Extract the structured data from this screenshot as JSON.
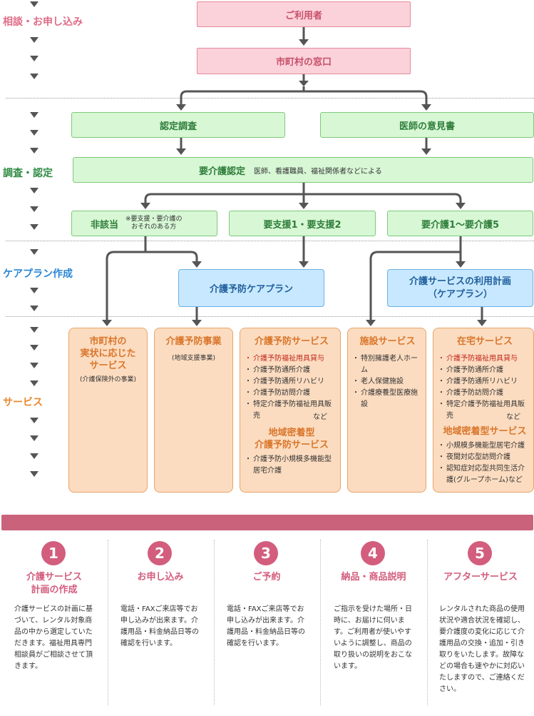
{
  "sections": {
    "consult": "相談・お申し込み",
    "survey": "調査・認定",
    "careplan": "ケアプラン作成",
    "service": "サービス"
  },
  "boxes": {
    "user": "ご利用者",
    "window": "市町村の窓口",
    "nintei_chosa": "認定調査",
    "doctor": "医師の意見書",
    "yokaigo_nintei": "要介護認定",
    "yokaigo_note": "医師、看護職員、福祉関係者などによる",
    "higaito": "非該当",
    "higaito_note1": "※要支援・要介護の",
    "higaito_note2": "おそれのある方",
    "yoshien": "要支援1・要支援2",
    "yokaigo": "要介護1〜要介護5",
    "yobo_plan": "介護予防ケアプラン",
    "service_plan1": "介護サービスの利用計画",
    "service_plan2": "（ケアプラン）"
  },
  "services": {
    "municipal": {
      "title1": "市町村の",
      "title2": "実状に応じた",
      "title3": "サービス",
      "note": "(介護保険外の事業)"
    },
    "yobo_jigyo": {
      "title": "介護予防事業",
      "note": "(地域支援事業)"
    },
    "yobo_service": {
      "title": "介護予防サービス",
      "items": [
        "介護予防福祉用具貸与",
        "介護予防通所介護",
        "介護予防通所リハビリ",
        "介護予防訪問介護",
        "特定介護予防福祉用具販売"
      ],
      "etc": "など",
      "sub1": "地域密着型",
      "sub2": "介護予防サービス",
      "sub_items": [
        "介護予防小規模多機能型居宅介護"
      ]
    },
    "shisetsu": {
      "title": "施設サービス",
      "items": [
        "特別擁護老人ホーム",
        "老人保健施設",
        "介護療養型医療施設"
      ]
    },
    "zaitaku": {
      "title": "在宅サービス",
      "items": [
        "介護予防福祉用具貸与",
        "介護予防通所介護",
        "介護予防通所リハビリ",
        "介護予防訪問介護",
        "特定介護予防福祉用具販売"
      ],
      "etc": "など",
      "sub": "地域密着型サービス",
      "sub_items": [
        "小規模多機能型居宅介護",
        "夜間対応型訪問介護",
        "認知症対応型共同生活介護(グループホーム)など"
      ]
    }
  },
  "steps": [
    {
      "num": "1",
      "title1": "介護サービス",
      "title2": "計画の作成",
      "body": "介護サービスの計画に基づいて、レンタル対象商品の中から選定していただきます。福祉用具専門相談員がご相談させて頂きます。"
    },
    {
      "num": "2",
      "title1": "お申し込み",
      "title2": "",
      "body": "電話・FAXご来店等でお申し込みが出来ます。介護用品・料金納品日等の確認を行います。"
    },
    {
      "num": "3",
      "title1": "ご予約",
      "title2": "",
      "body": "電話・FAXご来店等でお申し込みが出来ます。介護用品・料金納品日等の確認を行います。"
    },
    {
      "num": "4",
      "title1": "納品・商品説明",
      "title2": "",
      "body": "ご指示を受けた場所・日時に、お届けに伺います。ご利用者が使いやすいように調整し、商品の取り扱いの説明をおこないます。"
    },
    {
      "num": "5",
      "title1": "アフターサービス",
      "title2": "",
      "body": "レンタルされた商品の使用状況や適合状況を確認し、要介護度の変化に応じて介護用品の交換・追加・引き取りをいたします。故障などの場合も速やかに対応いたしますので、ご連絡ください。"
    }
  ],
  "colors": {
    "pink_section": "#e06c86",
    "green_section": "#2f8a43",
    "blue_section": "#2a86d4",
    "orange_section": "#e8872f",
    "accent_bar": "#c9627a"
  }
}
